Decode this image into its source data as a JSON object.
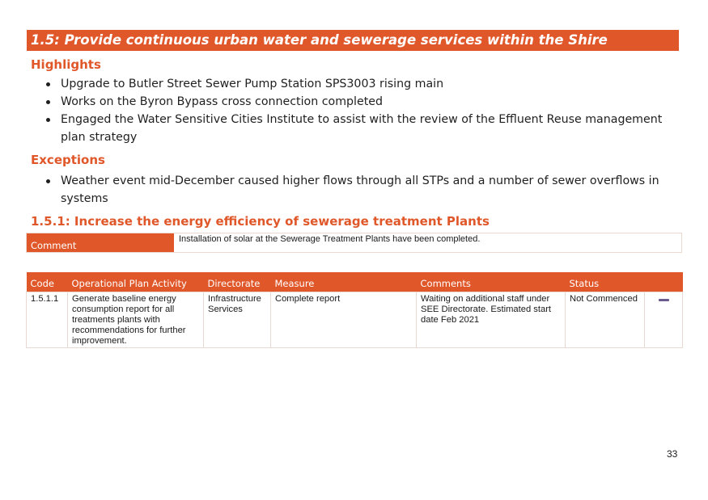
{
  "section": {
    "title": "1.5: Provide continuous urban water and sewerage services within the Shire"
  },
  "highlights": {
    "heading": "Highlights",
    "items": [
      "Upgrade to Butler Street Sewer Pump Station SPS3003 rising main",
      "Works on the Byron Bypass cross connection completed",
      "Engaged the Water Sensitive Cities Institute to assist with the review of the Effluent Reuse management plan strategy"
    ]
  },
  "exceptions": {
    "heading": "Exceptions",
    "items": [
      "Weather event mid-December caused higher flows through all STPs and a number of sewer overflows in systems"
    ]
  },
  "subsection": {
    "title": "1.5.1: Increase the energy efficiency of sewerage treatment Plants",
    "comment_label": "Comment",
    "comment_text": "Installation of solar at the Sewerage Treatment Plants have been completed."
  },
  "table": {
    "headers": [
      "Code",
      "Operational Plan Activity",
      "Directorate",
      "Measure",
      "Comments",
      "Status",
      ""
    ],
    "rows": [
      {
        "code": "1.5.1.1",
        "activity": "Generate baseline energy consumption report for all treatments plants with recommendations for further improvement.",
        "directorate": "Infrastructure Services",
        "measure": "Complete report",
        "comments": "Waiting on additional staff under SEE Directorate. Estimated start date Feb 2021",
        "status": "Not Commenced",
        "status_icon": "dash-icon",
        "status_icon_color": "#6b5a8e"
      }
    ]
  },
  "page": {
    "number": "33"
  },
  "colors": {
    "accent": "#e0572a"
  }
}
